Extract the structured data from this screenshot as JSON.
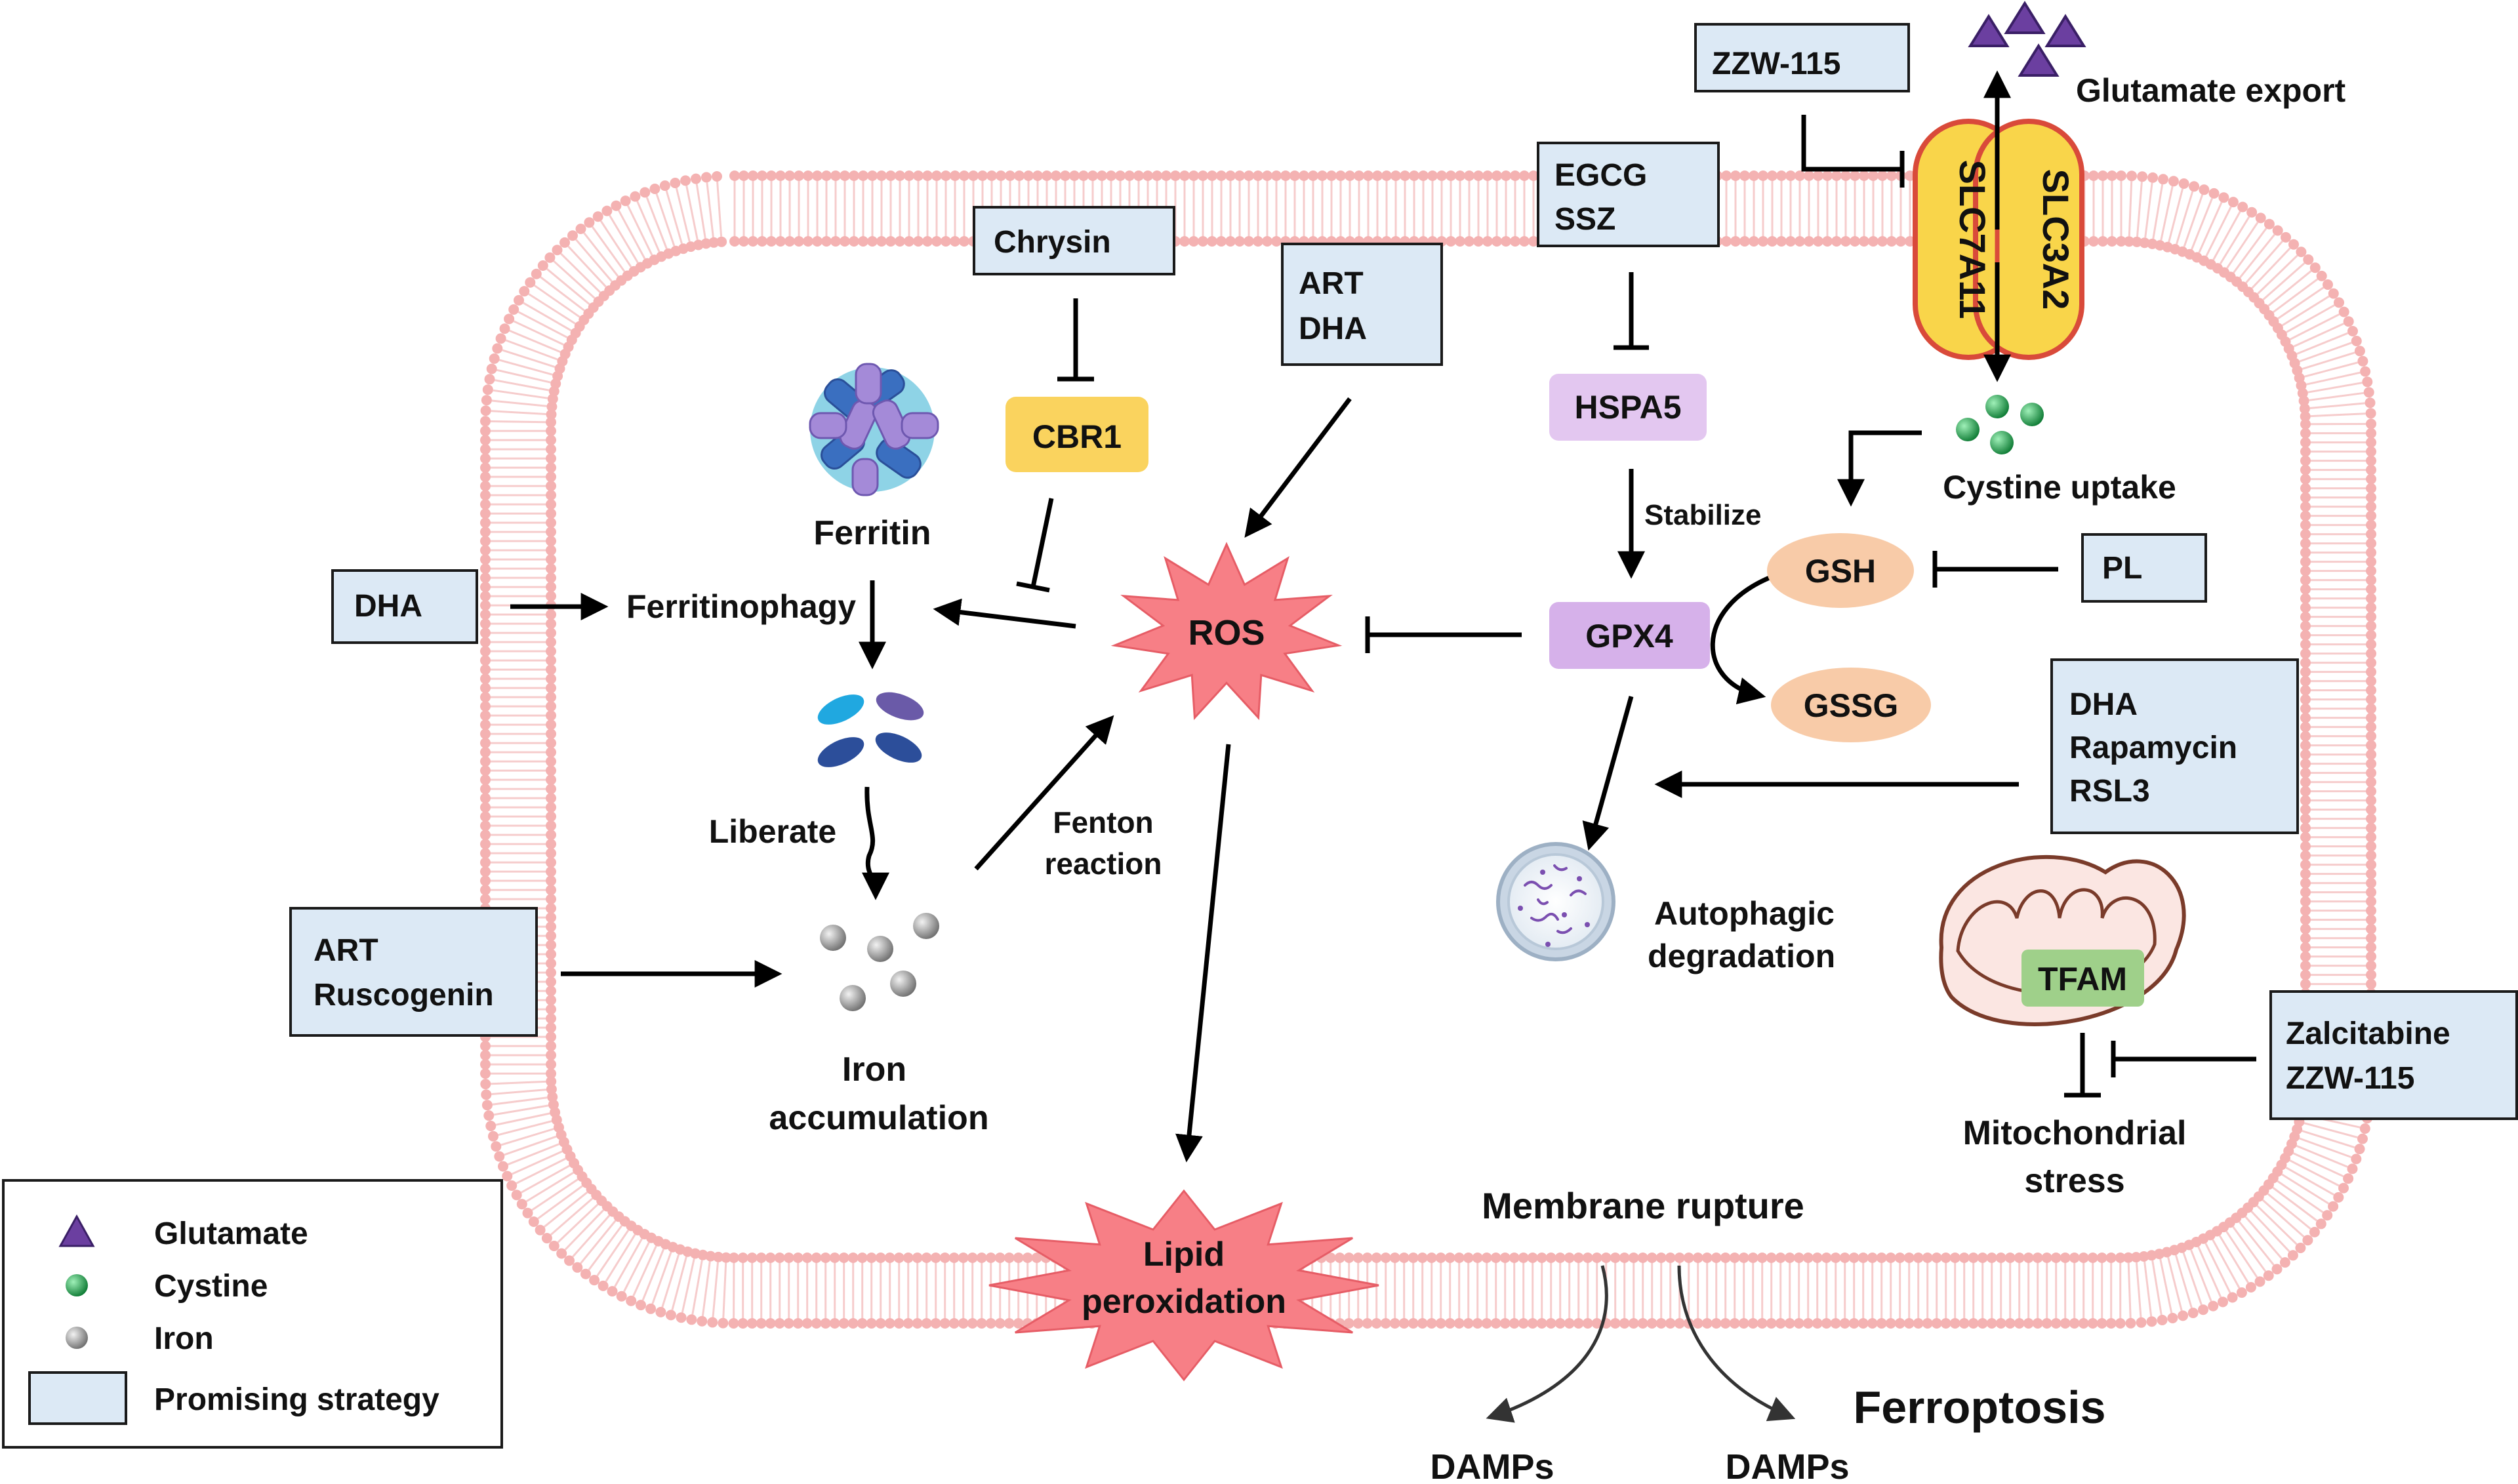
{
  "legend": {
    "items": [
      {
        "icon": "triangle-icon",
        "label": "Glutamate",
        "color": "#6b3fa0"
      },
      {
        "icon": "green-dot-icon",
        "label": "Cystine",
        "color": "#1e9e4a"
      },
      {
        "icon": "grey-dot-icon",
        "label": "Iron",
        "color": "#8a8a8a"
      },
      {
        "icon": "box-icon",
        "label": "Promising strategy",
        "color": "#dce9f5"
      }
    ]
  },
  "strategies": {
    "zzw_top": [
      "ZZW-115"
    ],
    "egcg_ssz": [
      "EGCG",
      "SSZ"
    ],
    "chrysin": [
      "Chrysin"
    ],
    "art_dha": [
      "ART",
      "DHA"
    ],
    "dha_left": [
      "DHA"
    ],
    "art_ruscogenin": [
      "ART",
      "Ruscogenin"
    ],
    "pl": [
      "PL"
    ],
    "dha_rapa_rsl3": [
      "DHA",
      "Rapamycin",
      "RSL3"
    ],
    "zalci_zzw": [
      "Zalcitabine",
      "ZZW-115"
    ]
  },
  "nodes": {
    "cbr1": "CBR1",
    "hspa5": "HSPA5",
    "gpx4": "GPX4",
    "gsh": "GSH",
    "gssg": "GSSG",
    "tfam": "TFAM",
    "ros": "ROS",
    "lipid_peroxidation": [
      "Lipid",
      "peroxidation"
    ],
    "slc7a11": "SLC7A11",
    "slc3a2": "SLC3A2"
  },
  "labels": {
    "glutamate_export": "Glutamate export",
    "cystine_uptake": "Cystine uptake",
    "ferritin": "Ferritin",
    "ferritinophagy": "Ferritinophagy",
    "liberate": "Liberate",
    "iron_accumulation": [
      "Iron",
      "accumulation"
    ],
    "fenton_reaction": [
      "Fenton",
      "reaction"
    ],
    "stabilize": "Stabilize",
    "autophagic_degradation": [
      "Autophagic",
      "degradation"
    ],
    "mitochondrial_stress": [
      "Mitochondrial",
      "stress"
    ],
    "membrane_rupture": "Membrane rupture",
    "damps_left": "DAMPs",
    "damps_right": "DAMPs",
    "ferroptosis": "Ferroptosis"
  },
  "colors": {
    "strategy_fill": "#dce9f5",
    "cbr1_fill": "#fad35e",
    "hspa5_fill": "#e3c7f0",
    "gpx4_fill": "#d6b1ea",
    "gsh_fill": "#f8cba8",
    "tfam_fill": "#9fd08a",
    "ros_fill": "#f77f86",
    "membrane": "#f4b2b2",
    "transporter_fill": "#f9d54a",
    "transporter_stroke": "#d94a3a"
  }
}
